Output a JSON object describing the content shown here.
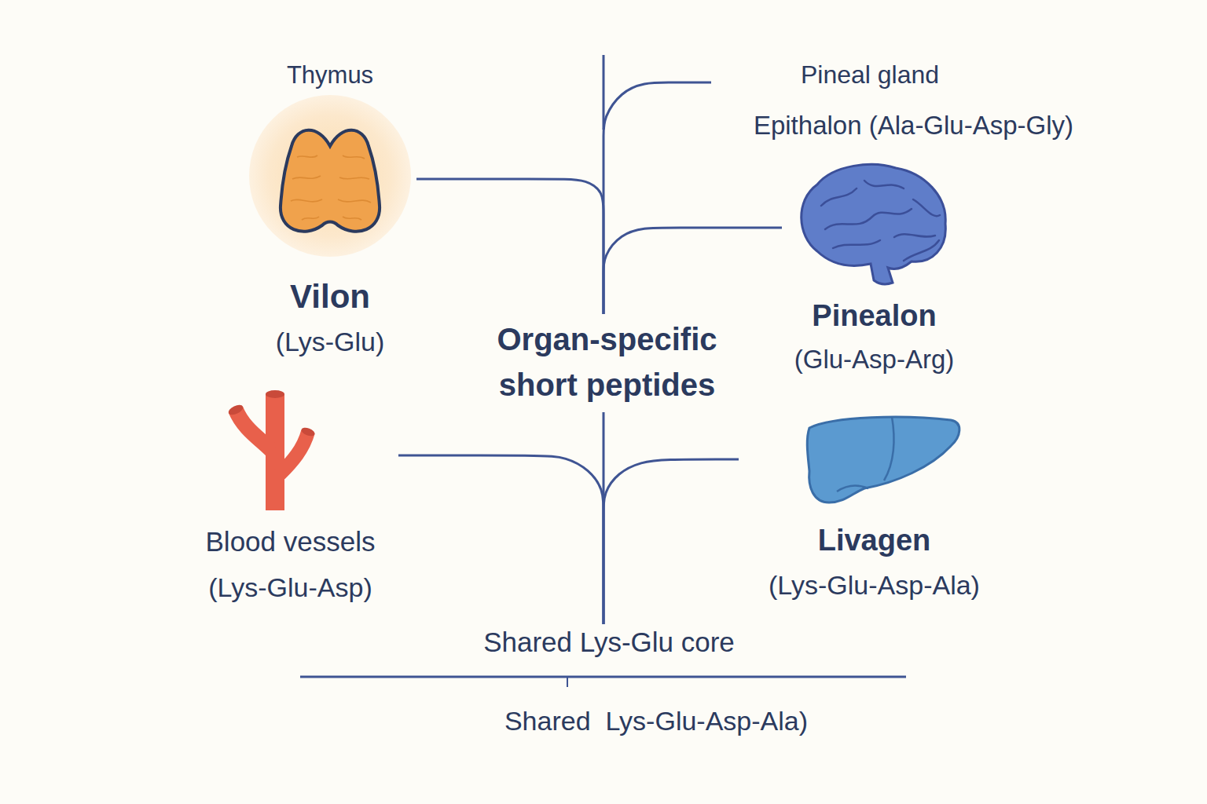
{
  "diagram": {
    "nodes": [
      {
        "text": [
          "Thymus",
          "Vilon",
          "(Lys-Glu)"
        ]
      },
      {
        "text": [
          "Pineal gland",
          "Epithalon (Ala-Glu-Asp-Gly)"
        ]
      },
      {
        "text": [
          "Pinealon",
          "(Glu-Asp-Arg)"
        ]
      },
      {
        "text": [
          "Organ-specific short peptides"
        ]
      },
      {
        "text": [
          "Blood vessels",
          "(Lys-Glu-Asp)"
        ]
      },
      {
        "text": [
          "Livagen",
          "(Lys-Glu-Asp-Ala)"
        ]
      },
      {
        "text": [
          "Shared Lys-Glu core"
        ]
      }
    ],
    "edges": [
      {
        "from": 3,
        "to": 0,
        "arrow": "none"
      },
      {
        "from": 3,
        "to": 1,
        "arrow": "none"
      },
      {
        "from": 3,
        "to": 2,
        "arrow": "none"
      },
      {
        "from": 4,
        "to": 6,
        "arrow": "none"
      },
      {
        "from": 5,
        "to": 6,
        "arrow": "none"
      },
      {
        "from": 3,
        "to": 6,
        "arrow": "none"
      }
    ],
    "labels": [
      "Shared  Lys-Glu-Asp-Ala)"
    ]
  }
}
